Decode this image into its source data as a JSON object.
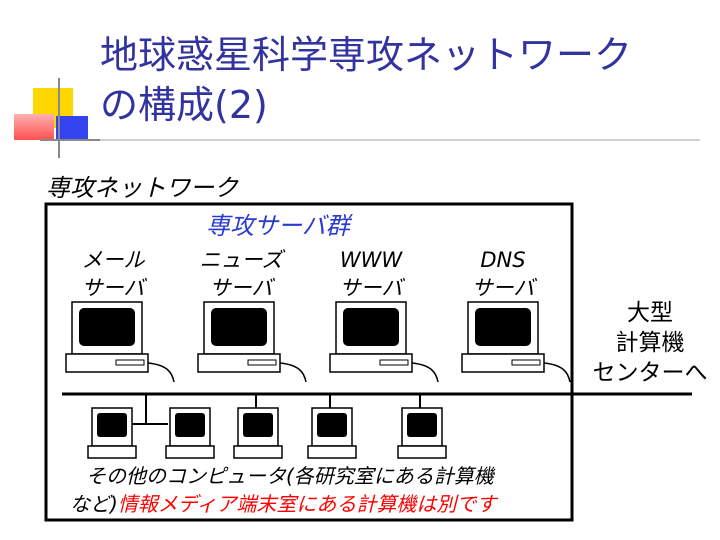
{
  "slide": {
    "title_line1": "地球惑星科学専攻ネットワーク",
    "title_line2": "の構成(2)"
  },
  "diagram": {
    "network_label": "専攻ネットワーク",
    "server_group_label": "専攻サーバ群",
    "servers": [
      {
        "line1": "メール",
        "line2": "サーバ"
      },
      {
        "line1": "ニューズ",
        "line2": "サーバ"
      },
      {
        "line1": "WWW",
        "line2": "サーバ"
      },
      {
        "line1": "DNS",
        "line2": "サーバ"
      }
    ],
    "external": {
      "line1": "大型",
      "line2": "計算機",
      "line3": "センターへ"
    },
    "note": {
      "line1": "その他のコンピュータ(各研究室にある計算機",
      "line2_black": "など)",
      "line2_red": "情報メディア端末室にある計算機は別です"
    }
  },
  "colors": {
    "title": "#3333a0",
    "group_label": "#2a3ad0",
    "note_highlight": "#ff0000",
    "deco_yellow": "#ffd700",
    "deco_red": "#ff6060",
    "deco_blue": "#3344ee"
  }
}
